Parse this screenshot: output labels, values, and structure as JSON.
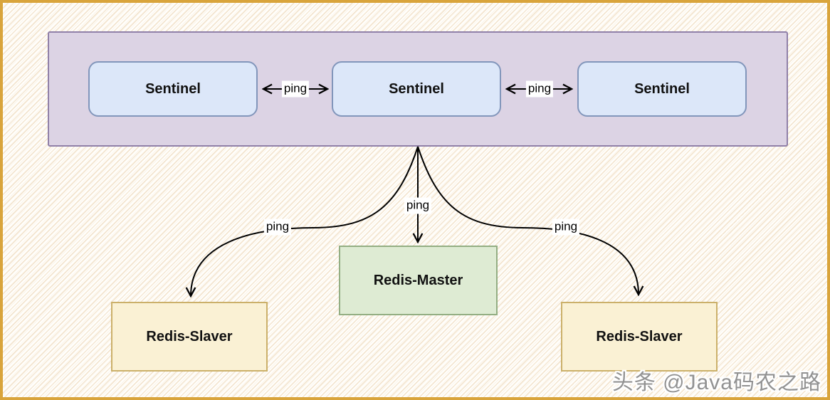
{
  "colors": {
    "frame_border": "#D9A43B",
    "canvas_bg": "#FFFEFB",
    "hatch_line": "#F0DEC4",
    "container_fill": "#DCD3E4",
    "container_border": "#9080A8",
    "sentinel_fill": "#DCE7F9",
    "sentinel_border": "#8296BB",
    "master_fill": "#DEEBD3",
    "master_border": "#93AE83",
    "slaver_fill": "#FAF1D4",
    "slaver_border": "#CBB06A",
    "edge_color": "#000000",
    "watermark_color": "#8C8C8C"
  },
  "nodes": {
    "sentinel_left": {
      "label": "Sentinel"
    },
    "sentinel_middle": {
      "label": "Sentinel"
    },
    "sentinel_right": {
      "label": "Sentinel"
    },
    "redis_master": {
      "label": "Redis-Master"
    },
    "redis_slaver_left": {
      "label": "Redis-Slaver"
    },
    "redis_slaver_right": {
      "label": "Redis-Slaver"
    }
  },
  "edges": {
    "sentinel_ping_left": {
      "label": "ping"
    },
    "sentinel_ping_right": {
      "label": "ping"
    },
    "ping_to_master": {
      "label": "ping"
    },
    "ping_to_slaver_left": {
      "label": "ping"
    },
    "ping_to_slaver_right": {
      "label": "ping"
    }
  },
  "watermark": {
    "text": "头条 @Java码农之路"
  }
}
